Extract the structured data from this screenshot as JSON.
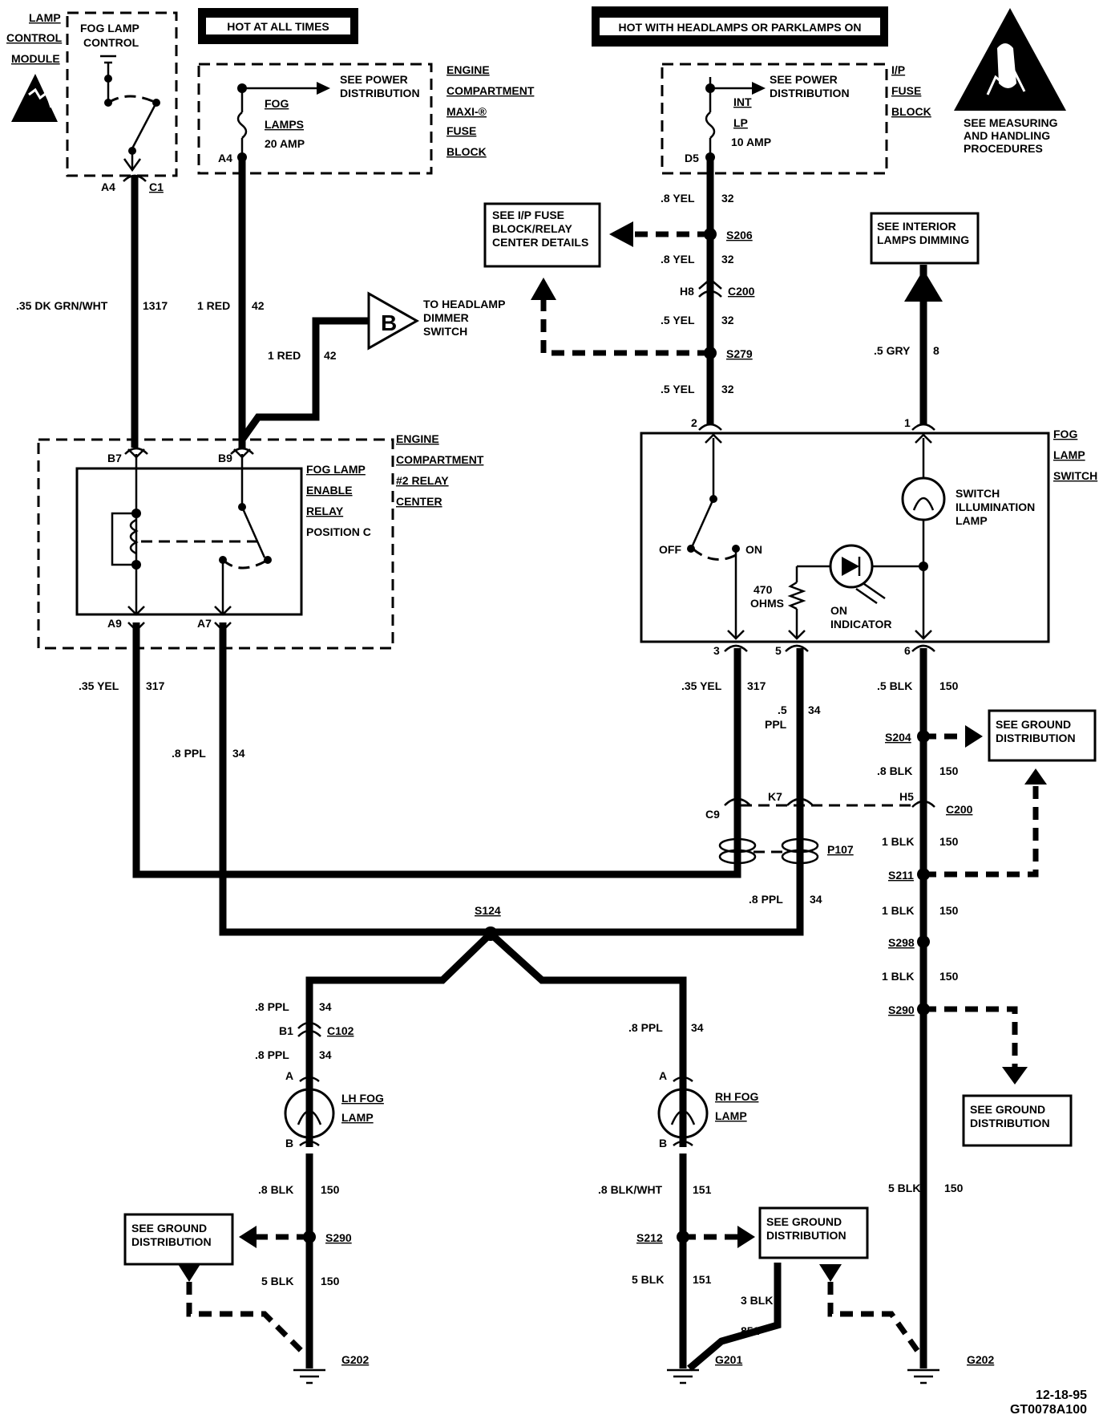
{
  "headers": {
    "hot_all_times": "HOT AT ALL TIMES",
    "hot_headlamps": "HOT WITH HEADLAMPS OR PARKLAMPS ON"
  },
  "esd": {
    "note": [
      "SEE MEASURING",
      "AND HANDLING",
      "PROCEDURES"
    ]
  },
  "lamp_control_module": {
    "title": [
      "LAMP",
      "CONTROL",
      "MODULE"
    ],
    "inner": [
      "FOG LAMP",
      "CONTROL"
    ],
    "pin": "A4",
    "connector": "C1"
  },
  "maxi_block": {
    "title": [
      "ENGINE",
      "COMPARTMENT",
      "MAXI-®",
      "FUSE",
      "BLOCK"
    ],
    "see": [
      "SEE POWER",
      "DISTRIBUTION"
    ],
    "fuse": [
      "FOG",
      "LAMPS",
      "20 AMP"
    ],
    "pin": "A4"
  },
  "ip_fuse_block": {
    "title": [
      "I/P",
      "FUSE",
      "BLOCK"
    ],
    "see": [
      "SEE POWER",
      "DISTRIBUTION"
    ],
    "fuse": [
      "INT",
      "LP",
      "10 AMP"
    ],
    "pin": "D5"
  },
  "refs": {
    "ip_fuse_details": [
      "SEE I/P FUSE",
      "BLOCK/RELAY",
      "CENTER DETAILS"
    ],
    "interior_dimming": [
      "SEE INTERIOR",
      "LAMPS DIMMING"
    ],
    "headlamp_dimmer": [
      "TO HEADLAMP",
      "DIMMER",
      "SWITCH"
    ],
    "headlamp_dimmer_letter": "B",
    "ground_dist": [
      "SEE GROUND",
      "DISTRIBUTION"
    ]
  },
  "relay_center": {
    "title": [
      "ENGINE",
      "COMPARTMENT",
      "#2 RELAY",
      "CENTER"
    ],
    "relay": [
      "FOG LAMP",
      "ENABLE",
      "RELAY",
      "POSITION C"
    ],
    "pins": {
      "b7": "B7",
      "b9": "B9",
      "a9": "A9",
      "a7": "A7"
    }
  },
  "fog_switch": {
    "title": [
      "FOG",
      "LAMP",
      "SWITCH"
    ],
    "illum": [
      "SWITCH",
      "ILLUMINATION",
      "LAMP"
    ],
    "off": "OFF",
    "on": "ON",
    "resistor": [
      "470",
      "OHMS"
    ],
    "indicator": [
      "ON",
      "INDICATOR"
    ],
    "pins": {
      "p1": "1",
      "p2": "2",
      "p3": "3",
      "p5": "5",
      "p6": "6"
    }
  },
  "wires": {
    "w1317": {
      "gauge": ".35 DK GRN/WHT",
      "circuit": "1317"
    },
    "w42a": {
      "gauge": "1 RED",
      "circuit": "42"
    },
    "w42b": {
      "gauge": "1 RED",
      "circuit": "42"
    },
    "w32a": {
      "gauge": ".8 YEL",
      "circuit": "32"
    },
    "w32b": {
      "gauge": ".8 YEL",
      "circuit": "32"
    },
    "w32c": {
      "gauge": ".5 YEL",
      "circuit": "32"
    },
    "w32d": {
      "gauge": ".5 YEL",
      "circuit": "32"
    },
    "w8": {
      "gauge": ".5 GRY",
      "circuit": "8"
    },
    "w317a": {
      "gauge": ".35 YEL",
      "circuit": "317"
    },
    "w34a": {
      "gauge": ".8 PPL",
      "circuit": "34"
    },
    "w317b": {
      "gauge": ".35 YEL",
      "circuit": "317"
    },
    "w34b": {
      "gauge": ".5",
      "gauge2": "PPL",
      "circuit": "34"
    },
    "w150a": {
      "gauge": ".5 BLK",
      "circuit": "150"
    },
    "w150b": {
      "gauge": ".8 BLK",
      "circuit": "150"
    },
    "w150c": {
      "gauge": "1 BLK",
      "circuit": "150"
    },
    "w34c": {
      "gauge": ".8 PPL",
      "circuit": "34"
    },
    "w150d": {
      "gauge": "1 BLK",
      "circuit": "150"
    },
    "w150e": {
      "gauge": "1 BLK",
      "circuit": "150"
    },
    "w34d": {
      "gauge": ".8 PPL",
      "circuit": "34"
    },
    "w34e": {
      "gauge": ".8 PPL",
      "circuit": "34"
    },
    "w34f": {
      "gauge": ".8 PPL",
      "circuit": "34"
    },
    "w150f": {
      "gauge": ".8 BLK",
      "circuit": "150"
    },
    "w150g": {
      "gauge": "5 BLK",
      "circuit": "150"
    },
    "w151a": {
      "gauge": ".8 BLK/WHT",
      "circuit": "151"
    },
    "w151b": {
      "gauge": "5 BLK",
      "circuit": "151"
    },
    "w851": {
      "gauge": "3 BLK",
      "circuit": "851"
    },
    "w150h": {
      "gauge": "5 BLK",
      "circuit": "150"
    }
  },
  "splices": {
    "s206": "S206",
    "s279": "S279",
    "s204": "S204",
    "s211": "S211",
    "s298": "S298",
    "s290r": "S290",
    "s124": "S124",
    "s290l": "S290",
    "s212": "S212"
  },
  "connectors": {
    "c200_top": {
      "pin": "H8",
      "name": "C200"
    },
    "c200_mid": {
      "pin": "H5",
      "name": "C200"
    },
    "c9": "C9",
    "k7": "K7",
    "p107": "P107",
    "c102": {
      "pin": "B1",
      "name": "C102"
    }
  },
  "lamps": {
    "lh": {
      "name": [
        "LH FOG",
        "LAMP"
      ],
      "pin_a": "A",
      "pin_b": "B"
    },
    "rh": {
      "name": [
        "RH FOG",
        "LAMP"
      ],
      "pin_a": "A",
      "pin_b": "B"
    }
  },
  "grounds": {
    "g202l": "G202",
    "g201": "G201",
    "g202r": "G202"
  },
  "footer": {
    "date": "12-18-95",
    "code": "GT0078A100"
  }
}
